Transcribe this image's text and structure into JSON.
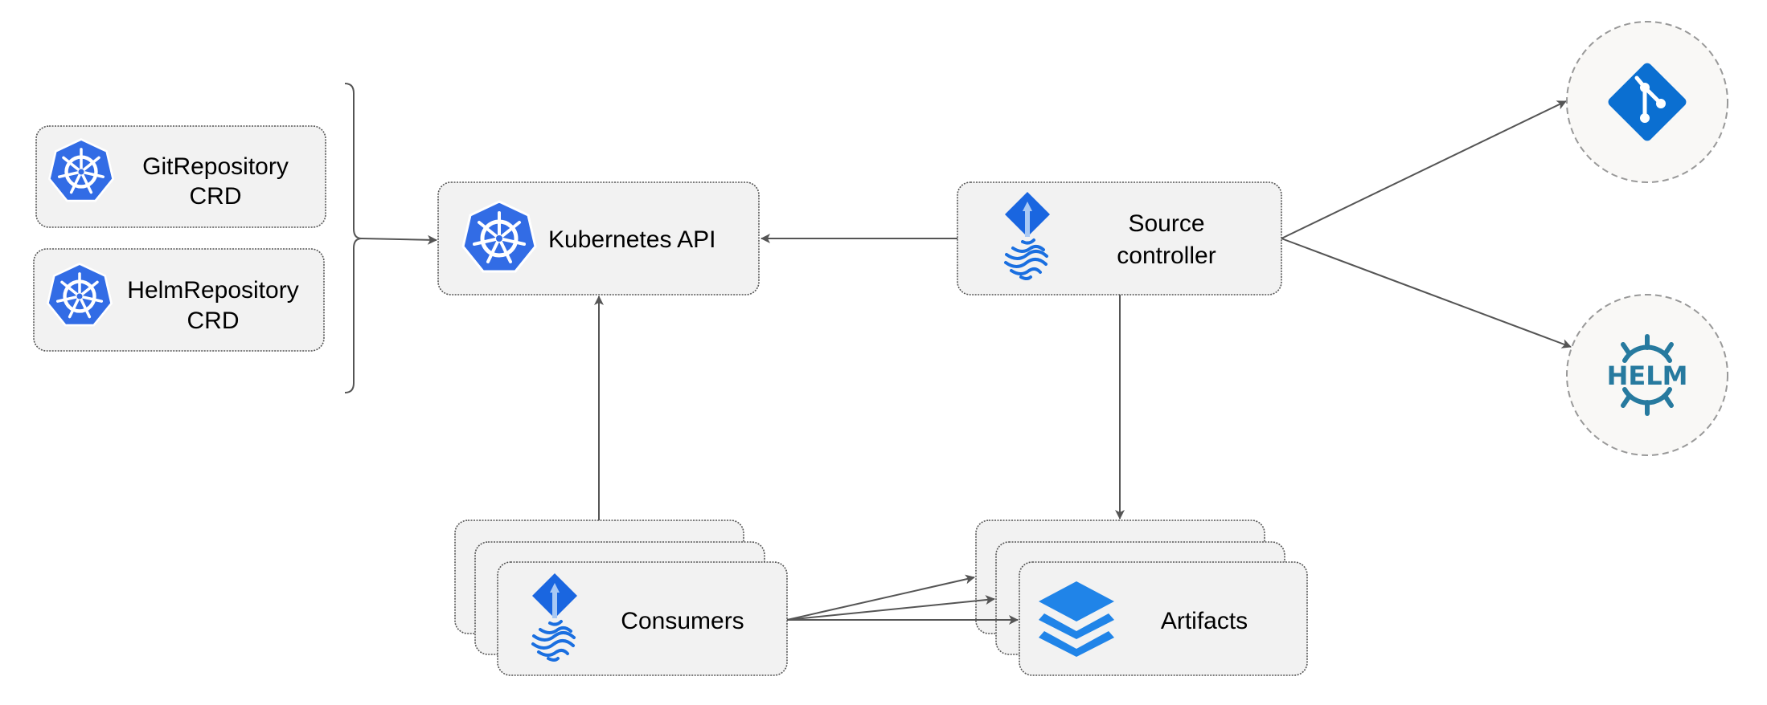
{
  "nodes": {
    "git_crd": {
      "line1": "GitRepository",
      "line2": "CRD",
      "icon": "kubernetes-icon"
    },
    "helm_crd": {
      "line1": "HelmRepository",
      "line2": "CRD",
      "icon": "kubernetes-icon"
    },
    "kubernetes_api": {
      "label": "Kubernetes API",
      "icon": "kubernetes-icon"
    },
    "source_controller": {
      "line1": "Source",
      "line2": "controller",
      "icon": "flux-icon"
    },
    "git": {
      "icon": "git-icon"
    },
    "helm": {
      "text": "HELM",
      "icon": "helm-icon"
    },
    "consumers": {
      "label": "Consumers",
      "icon": "flux-icon"
    },
    "artifacts": {
      "label": "Artifacts",
      "icon": "layers-icon"
    }
  },
  "colors": {
    "kubernetes_blue": "#326ce5",
    "icon_blue": "#1a6fe0",
    "git_blue": "#0b6fd1",
    "helm_teal": "#277a9f",
    "layers_blue": "#2084e8",
    "box_fill": "#f2f2f2",
    "edge": "#555555"
  }
}
